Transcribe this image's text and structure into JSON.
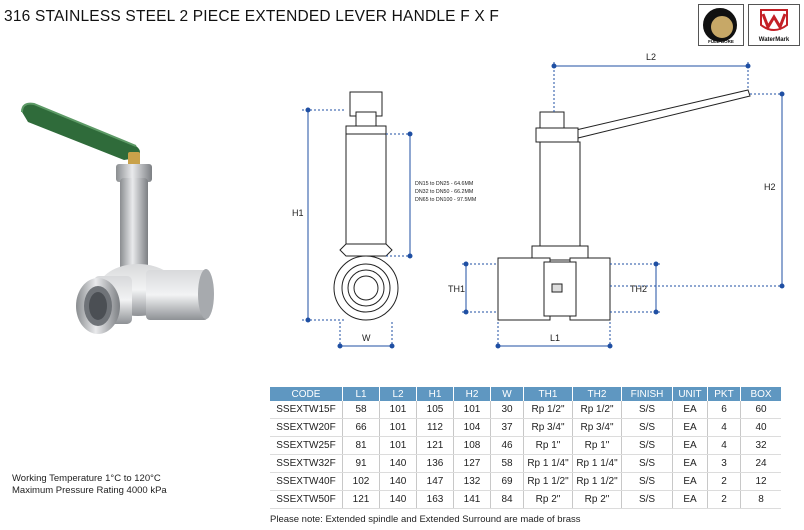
{
  "title": "316 STAINLESS STEEL 2 PIECE EXTENDED LEVER HANDLE  F X F",
  "badges": {
    "fullbore_text": "FULL BORE",
    "watermark_text": "WaterMark"
  },
  "drawing": {
    "labels": {
      "h1": "H1",
      "w": "W",
      "th1": "TH1",
      "l1": "L1",
      "l2": "L2",
      "h2": "H2",
      "th2": "TH2"
    },
    "notes": [
      "DN15 to DN25  - 64.6MM",
      "DN32 to DN50  - 66.2MM",
      "DN65 to DN100 - 97.5MM"
    ]
  },
  "specs": [
    "Working Temperature  1°C to 120°C",
    "Maximum Pressure Rating  4000 kPa"
  ],
  "table": {
    "headers": [
      "CODE",
      "L1",
      "L2",
      "H1",
      "H2",
      "W",
      "TH1",
      "TH2",
      "FINISH",
      "UNIT",
      "PKT",
      "BOX"
    ],
    "rows": [
      [
        "SSEXTW15F",
        "58",
        "101",
        "105",
        "101",
        "30",
        "Rp 1/2\"",
        "Rp 1/2\"",
        "S/S",
        "EA",
        "6",
        "60"
      ],
      [
        "SSEXTW20F",
        "66",
        "101",
        "112",
        "104",
        "37",
        "Rp 3/4\"",
        "Rp 3/4\"",
        "S/S",
        "EA",
        "4",
        "40"
      ],
      [
        "SSEXTW25F",
        "81",
        "101",
        "121",
        "108",
        "46",
        "Rp 1\"",
        "Rp 1\"",
        "S/S",
        "EA",
        "4",
        "32"
      ],
      [
        "SSEXTW32F",
        "91",
        "140",
        "136",
        "127",
        "58",
        "Rp 1 1/4\"",
        "Rp 1 1/4\"",
        "S/S",
        "EA",
        "3",
        "24"
      ],
      [
        "SSEXTW40F",
        "102",
        "140",
        "147",
        "132",
        "69",
        "Rp 1 1/2\"",
        "Rp 1 1/2\"",
        "S/S",
        "EA",
        "2",
        "12"
      ],
      [
        "SSEXTW50F",
        "121",
        "140",
        "163",
        "141",
        "84",
        "Rp 2\"",
        "Rp 2\"",
        "S/S",
        "EA",
        "2",
        "8"
      ]
    ]
  },
  "footnote": "Please note: Extended spindle and Extended Surround are made of brass",
  "colors": {
    "header_bg": "#5f97c1",
    "handle_green": "#2f6b3a",
    "dimension_blue": "#1f4fa3"
  }
}
